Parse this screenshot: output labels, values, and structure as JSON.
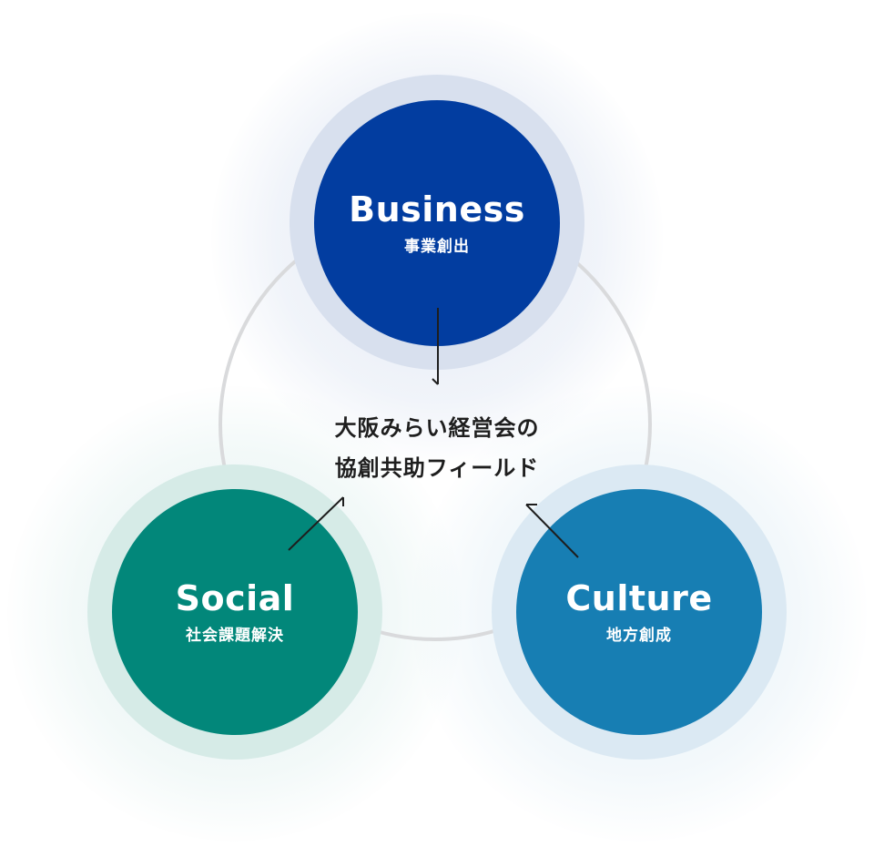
{
  "colors": {
    "business": "#023da0",
    "social": "#02877a",
    "culture": "#177eb3",
    "center_ring": "#dcdcdc",
    "text_dark": "#1e1e1e"
  },
  "nodes": {
    "business": {
      "title": "Business",
      "subtitle": "事業創出"
    },
    "social": {
      "title": "Social",
      "subtitle": "社会課題解決"
    },
    "culture": {
      "title": "Culture",
      "subtitle": "地方創成"
    }
  },
  "center": {
    "line1": "大阪みらい経営会の",
    "line2": "協創共助フィールド"
  }
}
